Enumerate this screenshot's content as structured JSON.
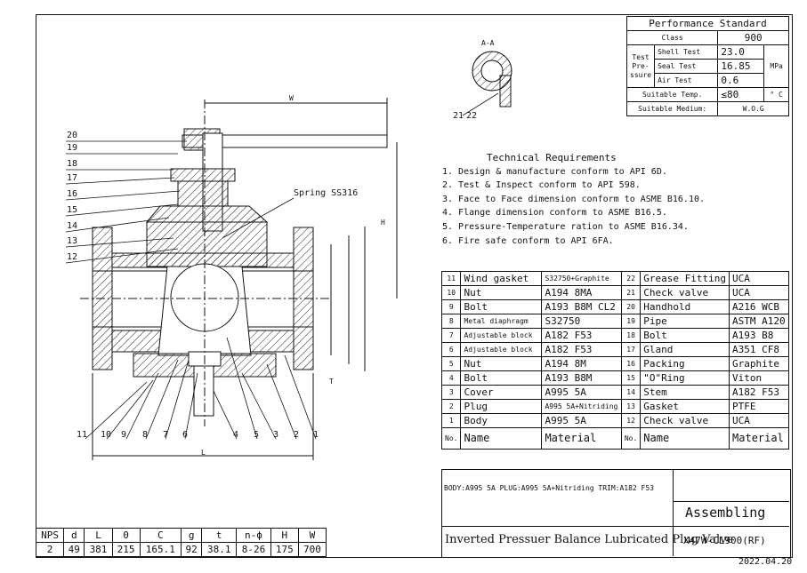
{
  "performance": {
    "title": "Performance Standard",
    "class_label": "Class",
    "class_value": "900",
    "test_pressure_label": "Test Pre- ssure",
    "shell_label": "Shell Test",
    "shell_value": "23.0",
    "seal_label": "Seal Test",
    "seal_value": "16.85",
    "air_label": "Air Test",
    "air_value": "0.6",
    "unit": "MPa",
    "temp_label": "Suitable Temp.",
    "temp_value": "≤80",
    "temp_unit": "° C",
    "medium_label": "Suitable Medium:",
    "medium_value": "W.O.G"
  },
  "section_label": "A-A",
  "requirements": {
    "title": "Technical Requirements",
    "items": [
      "1. Design & manufacture conform to API 6D.",
      "2. Test & Inspect conform to API 598.",
      "3. Face to Face dimension conform to ASME B16.10.",
      "4. Flange dimension conform to ASME B16.5.",
      "5. Pressure-Temperature ration to ASME B16.34.",
      "6. Fire safe conform to API 6FA."
    ]
  },
  "callouts": {
    "spring": "Spring SS316",
    "left": [
      "20",
      "19",
      "18",
      "17",
      "16",
      "15",
      "14",
      "13",
      "12"
    ],
    "bottom": [
      "11",
      "10",
      "9",
      "8",
      "7",
      "6",
      "4",
      "5",
      "3",
      "2",
      "1"
    ],
    "section": [
      "21",
      "22"
    ],
    "dims": {
      "W": "W",
      "H": "H",
      "L": "L",
      "T": "T"
    }
  },
  "parts": [
    [
      "11",
      "Wind gasket",
      "S32750+Graphite",
      "22",
      "Grease Fitting",
      "UCA"
    ],
    [
      "10",
      "Nut",
      "A194 8MA",
      "21",
      "Check valve",
      "UCA"
    ],
    [
      "9",
      "Bolt",
      "A193 B8M CL2",
      "20",
      "Handhold",
      "A216 WCB"
    ],
    [
      "8",
      "Metal diaphragm",
      "S32750",
      "19",
      "Pipe",
      "ASTM A120"
    ],
    [
      "7",
      "Adjustable block",
      "A182 F53",
      "18",
      "Bolt",
      "A193 B8"
    ],
    [
      "6",
      "Adjustable block",
      "A182 F53",
      "17",
      "Gland",
      "A351 CF8"
    ],
    [
      "5",
      "Nut",
      "A194 8M",
      "16",
      "Packing",
      "Graphite"
    ],
    [
      "4",
      "Bolt",
      "A193 B8M",
      "15",
      "\"O\"Ring",
      "Viton"
    ],
    [
      "3",
      "Cover",
      "A995 5A",
      "14",
      "Stem",
      "A182 F53"
    ],
    [
      "2",
      "Plug",
      "A995 5A+Nitriding",
      "13",
      "Gasket",
      "PTFE"
    ],
    [
      "1",
      "Body",
      "A995 5A",
      "12",
      "Check valve",
      "UCA"
    ]
  ],
  "parts_header": {
    "no": "No.",
    "name": "Name",
    "material": "Material"
  },
  "title_block": {
    "materials_note": "BODY:A995 5A PLUG:A995 5A+Nitriding TRIM:A182 F53",
    "assembling": "Assembling",
    "product": "Inverted Pressuer Balance Lubricated Plug Valve",
    "model": "X47W-CL900(RF)",
    "date": "2022.04.20"
  },
  "dimensions": {
    "headers": [
      "NPS",
      "d",
      "L",
      "0",
      "C",
      "g",
      "t",
      "n-ϕ",
      "H",
      "W"
    ],
    "values": [
      "2",
      "49",
      "381",
      "215",
      "165.1",
      "92",
      "38.1",
      "8-26",
      "175",
      "700"
    ]
  }
}
